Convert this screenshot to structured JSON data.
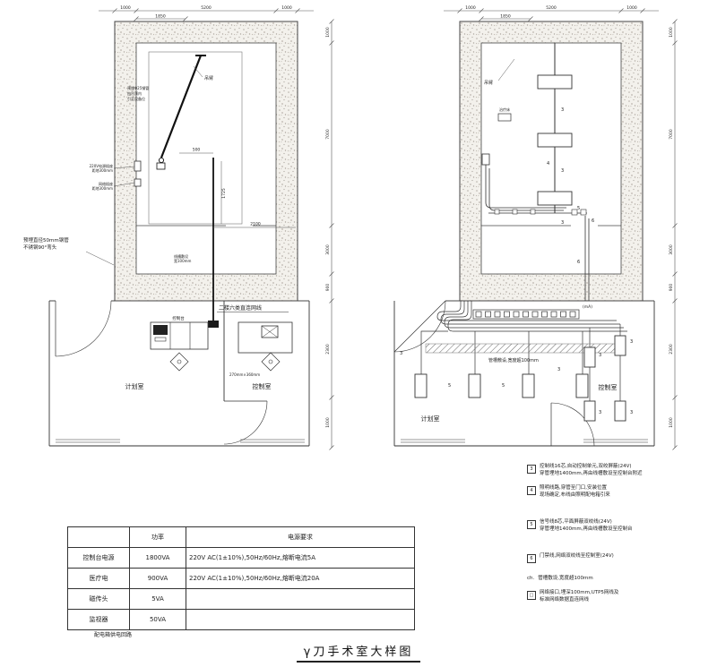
{
  "title": "γ刀手术室大样图",
  "labels": {
    "n3": "3",
    "n4": "4",
    "n5": "5",
    "n6": "6",
    "ma": "(mA)"
  },
  "dims": {
    "top": [
      "1000",
      "5200",
      "1000"
    ],
    "top_sub": "1850",
    "side": [
      "1000",
      "7000",
      "3000",
      "900",
      "2300",
      "1000"
    ],
    "d500": "500",
    "d1725": "1725",
    "d2100": "2100"
  },
  "left_plan": {
    "crane": "吊臂",
    "pipe_note1": "预埋直径50mm钢管",
    "pipe_note2": "不锈钢90°弯头",
    "ceiling_note1": "预埋Φ25钢管",
    "ceiling_note2": "由吊顶内",
    "ceiling_note3": "引至设备位",
    "socket_note1": "220V电源插座",
    "socket_note2": "距地300mm",
    "net_note1": "网络插座",
    "net_note2": "距地300mm",
    "trunk_note1": "线槽敷设",
    "trunk_note2": "宽100mm",
    "network_cable": "二楼六类直连网线",
    "desk_size": "270mm×360mm",
    "console": "控制台",
    "room_planning": "计划室",
    "room_control": "控制室"
  },
  "right_plan": {
    "crane": "吊臂",
    "bed": "治疗床",
    "tray_note": "管槽敷设,宽度超100mm",
    "room_planning": "计划室",
    "room_control": "控制室"
  },
  "table": {
    "headers": [
      "",
      "功率",
      "电源要求"
    ],
    "rows": [
      {
        "name": "控制台电源",
        "power": "1800VA",
        "req": "220V AC(1±10%),50Hz/60Hz,熔断电流5A"
      },
      {
        "name": "医疗电",
        "power": "900VA",
        "req": "220V AC(1±10%),50Hz/60Hz,熔断电流20A"
      },
      {
        "name": "磁传头",
        "power": "5VA",
        "req": ""
      },
      {
        "name": "监视器",
        "power": "50VA",
        "req": ""
      }
    ],
    "caption": "配电箱供电回路"
  },
  "legend": {
    "items": [
      {
        "bullet": "3",
        "line1": "控制线16芯,自动控制单元,双绞屏蔽(24V)",
        "line2": "穿管埋地1400mm,再由线槽敷设至控制台附近"
      },
      {
        "bullet": "4",
        "line1": "照明线路,穿管至门口,安装位置",
        "line2": "现场确定,布线由照明配电箱引来"
      },
      {
        "bullet": "5",
        "line1": "信号线8芯,平面屏蔽双绞线(24V)",
        "line2": "穿管埋地1400mm,再由线槽敷设至控制台"
      },
      {
        "bullet": "6",
        "line1": "门禁线,网络双绞线至控制室(24V)",
        "line2": ""
      },
      {
        "bullet": "ch.",
        "line1": "管槽敷设,宽度超100mm",
        "line2": ""
      },
      {
        "bullet": "□",
        "line1": "网络接口,埋深100mm,UTP5网线及",
        "line2": "标准网络数据直连网线"
      }
    ]
  }
}
